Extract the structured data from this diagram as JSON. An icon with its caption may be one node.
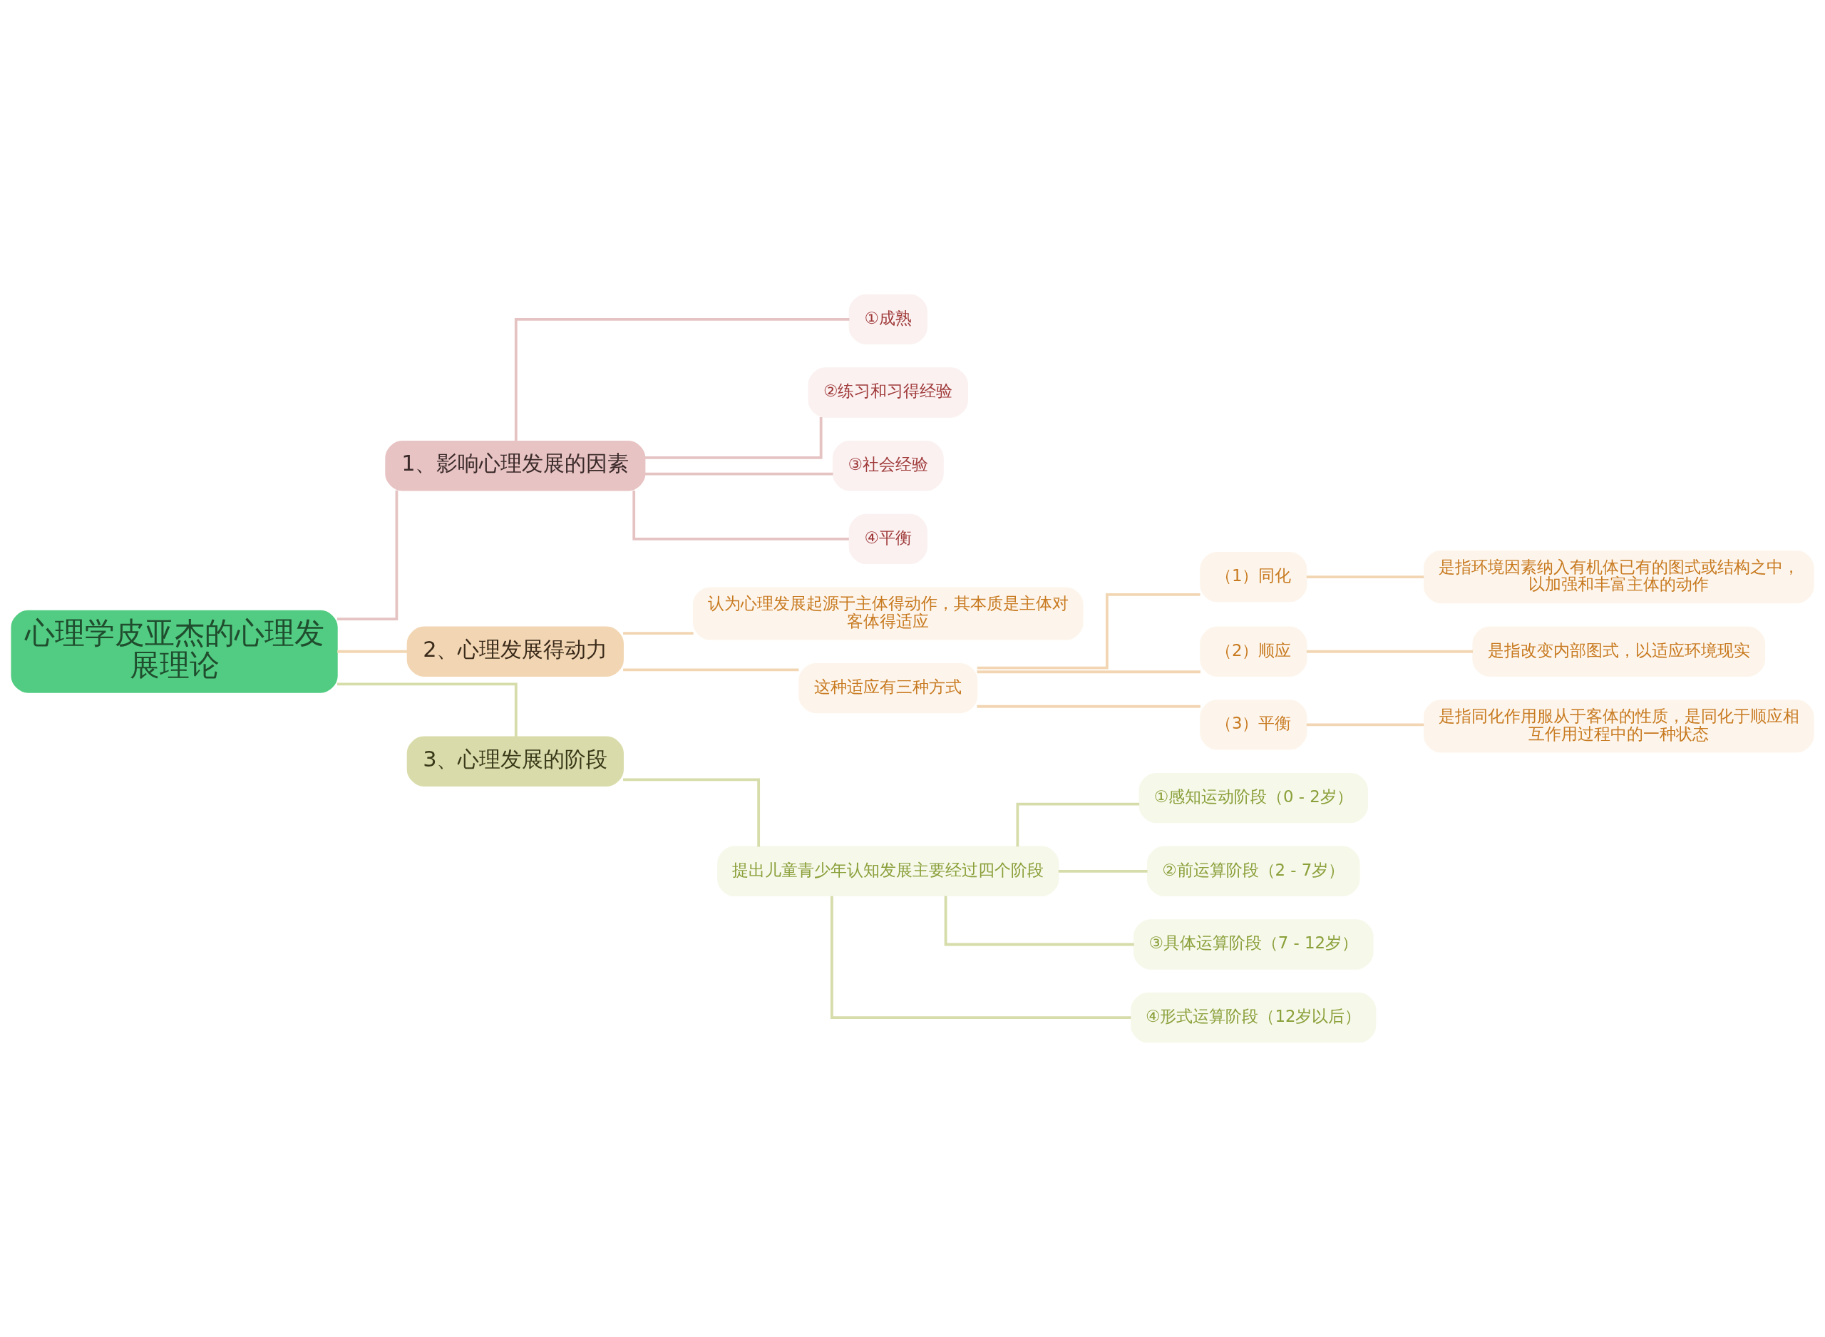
{
  "diagram": {
    "nodes": [
      {
        "text": [
          "心理学皮亚杰的心理发展理论"
        ]
      },
      {
        "text": [
          "1、影响心理发展的因素"
        ]
      },
      {
        "text": [
          "①成熟"
        ]
      },
      {
        "text": [
          "②练习和习得经验"
        ]
      },
      {
        "text": [
          "③社会经验"
        ]
      },
      {
        "text": [
          "④平衡"
        ]
      },
      {
        "text": [
          "2、心理发展得动力"
        ]
      },
      {
        "text": [
          "认为心理发展起源于主体得动作，其本质是主体对客体得适应"
        ]
      },
      {
        "text": [
          "这种适应有三种方式"
        ]
      },
      {
        "text": [
          "（1）同化"
        ]
      },
      {
        "text": [
          "是指环境因素纳入有机体已有的图式或结构之中，以加强和丰富主体的动作"
        ]
      },
      {
        "text": [
          "（2）顺应"
        ]
      },
      {
        "text": [
          "是指改变内部图式，以适应环境现实"
        ]
      },
      {
        "text": [
          "（3）平衡"
        ]
      },
      {
        "text": [
          "是指同化作用服从于客体的性质，是同化于顺应相互作用过程中的一种状态"
        ]
      },
      {
        "text": [
          "3、心理发展的阶段"
        ]
      },
      {
        "text": [
          "提出儿童青少年认知发展主要经过四个阶段"
        ]
      },
      {
        "text": [
          "①感知运动阶段（0 - 2岁）"
        ]
      },
      {
        "text": [
          "②前运算阶段（2 - 7岁）"
        ]
      },
      {
        "text": [
          "③具体运算阶段（7 - 12岁）"
        ]
      },
      {
        "text": [
          "④形式运算阶段（12岁以后）"
        ]
      }
    ],
    "edges": [
      {
        "from": 0,
        "to": 1,
        "arrow": "none",
        "color": "#e6c3c3"
      },
      {
        "from": 1,
        "to": 2,
        "arrow": "none",
        "color": "#e6c3c3"
      },
      {
        "from": 1,
        "to": 3,
        "arrow": "none",
        "color": "#e6c3c3"
      },
      {
        "from": 1,
        "to": 4,
        "arrow": "none",
        "color": "#e6c3c3"
      },
      {
        "from": 1,
        "to": 5,
        "arrow": "none",
        "color": "#e6c3c3"
      },
      {
        "from": 0,
        "to": 6,
        "arrow": "none",
        "color": "#f2d6b3"
      },
      {
        "from": 6,
        "to": 7,
        "arrow": "none",
        "color": "#f2d6b3"
      },
      {
        "from": 6,
        "to": 8,
        "arrow": "none",
        "color": "#f2d6b3"
      },
      {
        "from": 8,
        "to": 9,
        "arrow": "none",
        "color": "#f2d6b3"
      },
      {
        "from": 9,
        "to": 10,
        "arrow": "none",
        "color": "#f2d6b3"
      },
      {
        "from": 8,
        "to": 11,
        "arrow": "none",
        "color": "#f2d6b3"
      },
      {
        "from": 11,
        "to": 12,
        "arrow": "none",
        "color": "#f2d6b3"
      },
      {
        "from": 8,
        "to": 13,
        "arrow": "none",
        "color": "#f2d6b3"
      },
      {
        "from": 13,
        "to": 14,
        "arrow": "none",
        "color": "#f2d6b3"
      },
      {
        "from": 0,
        "to": 15,
        "arrow": "none",
        "color": "#d6dcaa"
      },
      {
        "from": 15,
        "to": 16,
        "arrow": "none",
        "color": "#d6dcaa"
      },
      {
        "from": 16,
        "to": 17,
        "arrow": "none",
        "color": "#d6dcaa"
      },
      {
        "from": 16,
        "to": 18,
        "arrow": "none",
        "color": "#d6dcaa"
      },
      {
        "from": 16,
        "to": 19,
        "arrow": "none",
        "color": "#d6dcaa"
      },
      {
        "from": 16,
        "to": 20,
        "arrow": "none",
        "color": "#d6dcaa"
      }
    ]
  }
}
